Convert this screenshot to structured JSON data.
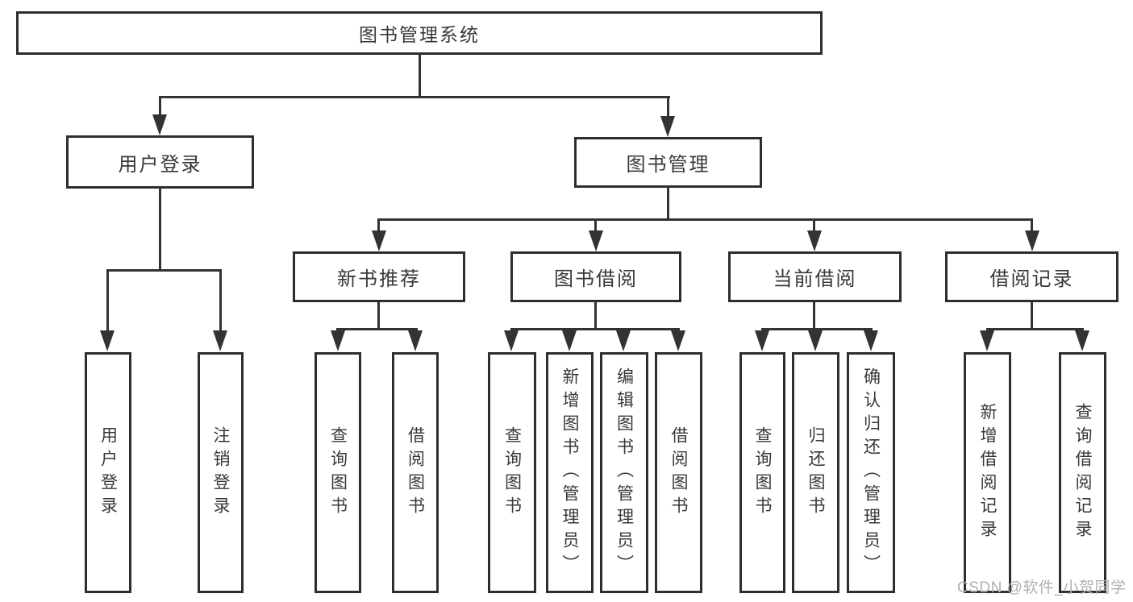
{
  "diagram": {
    "root": {
      "label": "图书管理系统"
    },
    "level2": [
      {
        "label": "用户登录"
      },
      {
        "label": "图书管理"
      }
    ],
    "level3": [
      {
        "label": "新书推荐"
      },
      {
        "label": "图书借阅"
      },
      {
        "label": "当前借阅"
      },
      {
        "label": "借阅记录"
      }
    ],
    "leaves": {
      "user_login": [
        {
          "label": "用户登录"
        },
        {
          "label": "注销登录"
        }
      ],
      "new_book": [
        {
          "label": "查询图书"
        },
        {
          "label": "借阅图书"
        }
      ],
      "book_borrow": [
        {
          "label": "查询图书"
        },
        {
          "label": "新增图书（管理员）"
        },
        {
          "label": "编辑图书（管理员）"
        },
        {
          "label": "借阅图书"
        }
      ],
      "current_borrow": [
        {
          "label": "查询图书"
        },
        {
          "label": "归还图书"
        },
        {
          "label": "确认归还（管理员）"
        }
      ],
      "borrow_records": [
        {
          "label": "新增借阅记录"
        },
        {
          "label": "查询借阅记录"
        }
      ]
    },
    "watermark": "CSDN @软件_小贺同学",
    "colors": {
      "line": "#333333",
      "box_border": "#2e2e2e",
      "text": "#383838",
      "background": "#ffffff",
      "watermark": "#b0b0b0"
    }
  }
}
